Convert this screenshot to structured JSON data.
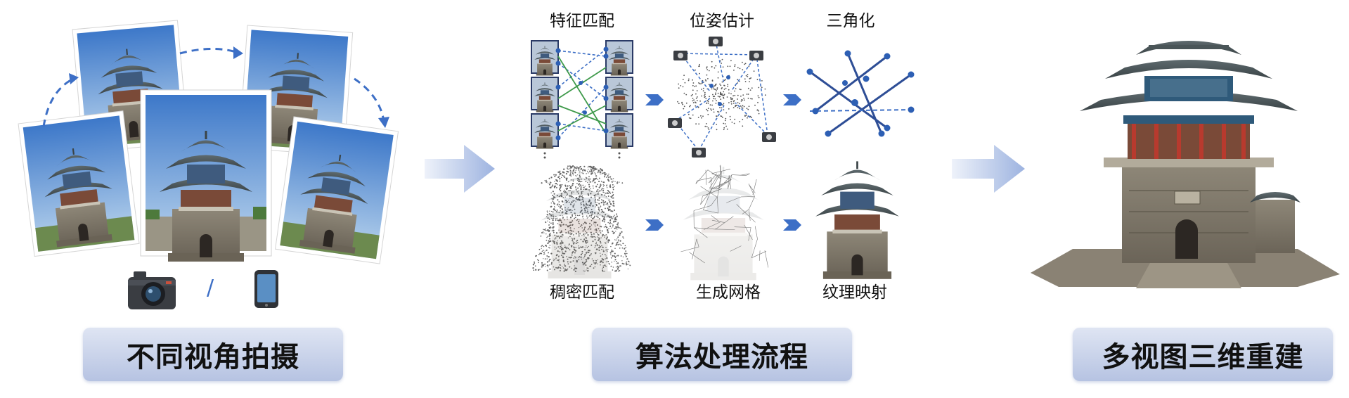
{
  "sections": {
    "capture": {
      "label": "不同视角拍摄",
      "camera_icon": "camera-icon",
      "separator": "/",
      "phone_icon": "smartphone-icon"
    },
    "process": {
      "label": "算法处理流程"
    },
    "reconstruct": {
      "label": "多视图三维重建"
    }
  },
  "steps": {
    "feature_matching": "特征匹配",
    "pose_estimation": "位姿估计",
    "triangulation": "三角化",
    "dense_matching": "稠密匹配",
    "mesh_generation": "生成网格",
    "texture_mapping": "纹理映射"
  },
  "colors": {
    "accent_blue": "#3d6fc6",
    "arrow_light": "#c4d2ee",
    "match_green": "#3f9a4b",
    "label_gradient_top": "#dfe5f3",
    "label_gradient_bottom": "#b6c3e2"
  }
}
